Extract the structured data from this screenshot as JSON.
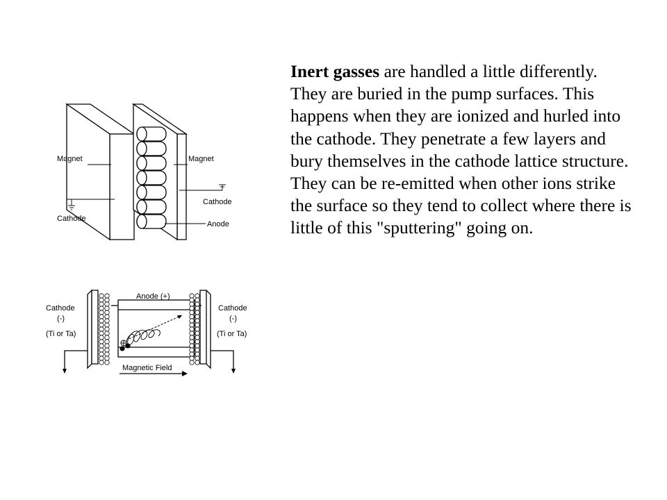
{
  "paragraph": {
    "bold_lead": "Inert gasses",
    "rest": " are handled a little differently. They are buried in the pump surfaces. This happens when they are ionized and hurled into the cathode. They penetrate a few layers and bury themselves in the cathode lattice structure. They can be re-emitted when other ions strike the surface so they tend to collect where there is little of this \"sputtering\" going on."
  },
  "diagram_top": {
    "magnet_left": "Magnet",
    "magnet_right": "Magnet",
    "cathode_left": "Cathode",
    "cathode_right": "Cathode",
    "anode": "Anode"
  },
  "diagram_bottom": {
    "cathode_left": "Cathode",
    "polarity_left": "(-)",
    "material_left": "(Ti or Ta)",
    "cathode_right": "Cathode",
    "polarity_right": "(-)",
    "material_right": "(Ti or Ta)",
    "anode": "Anode (+)",
    "field": "Magnetic Field"
  }
}
